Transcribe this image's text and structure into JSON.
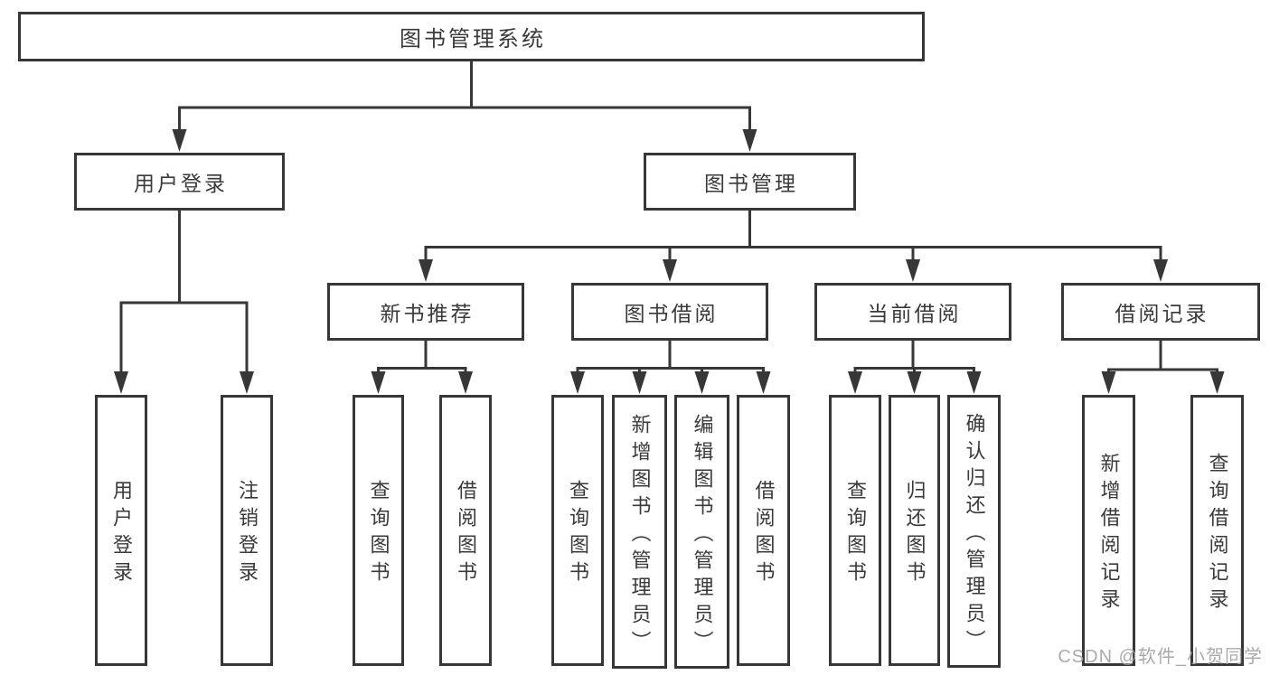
{
  "diagram": {
    "root": {
      "label": "图书管理系统"
    },
    "level2": [
      {
        "label": "用户登录"
      },
      {
        "label": "图书管理"
      }
    ],
    "level3": [
      {
        "label": "新书推荐",
        "parent": "图书管理"
      },
      {
        "label": "图书借阅",
        "parent": "图书管理"
      },
      {
        "label": "当前借阅",
        "parent": "图书管理"
      },
      {
        "label": "借阅记录",
        "parent": "图书管理"
      }
    ],
    "leaves": [
      {
        "label": "用户登录",
        "parent": "用户登录"
      },
      {
        "label": "注销登录",
        "parent": "用户登录"
      },
      {
        "label": "查询图书",
        "parent": "新书推荐"
      },
      {
        "label": "借阅图书",
        "parent": "新书推荐"
      },
      {
        "label": "查询图书",
        "parent": "图书借阅"
      },
      {
        "label": "新增图书（管理员）",
        "parent": "图书借阅"
      },
      {
        "label": "编辑图书（管理员）",
        "parent": "图书借阅"
      },
      {
        "label": "借阅图书",
        "parent": "图书借阅"
      },
      {
        "label": "查询图书",
        "parent": "当前借阅"
      },
      {
        "label": "归还图书",
        "parent": "当前借阅"
      },
      {
        "label": "确认归还（管理员）",
        "parent": "当前借阅"
      },
      {
        "label": "新增借阅记录",
        "parent": "借阅记录"
      },
      {
        "label": "查询借阅记录",
        "parent": "借阅记录"
      }
    ],
    "watermark": "CSDN @软件_小贺同学",
    "colors": {
      "line": "#373737",
      "text": "#3a3a3a",
      "watermark": "#a5a5a5",
      "background": "#ffffff"
    }
  }
}
